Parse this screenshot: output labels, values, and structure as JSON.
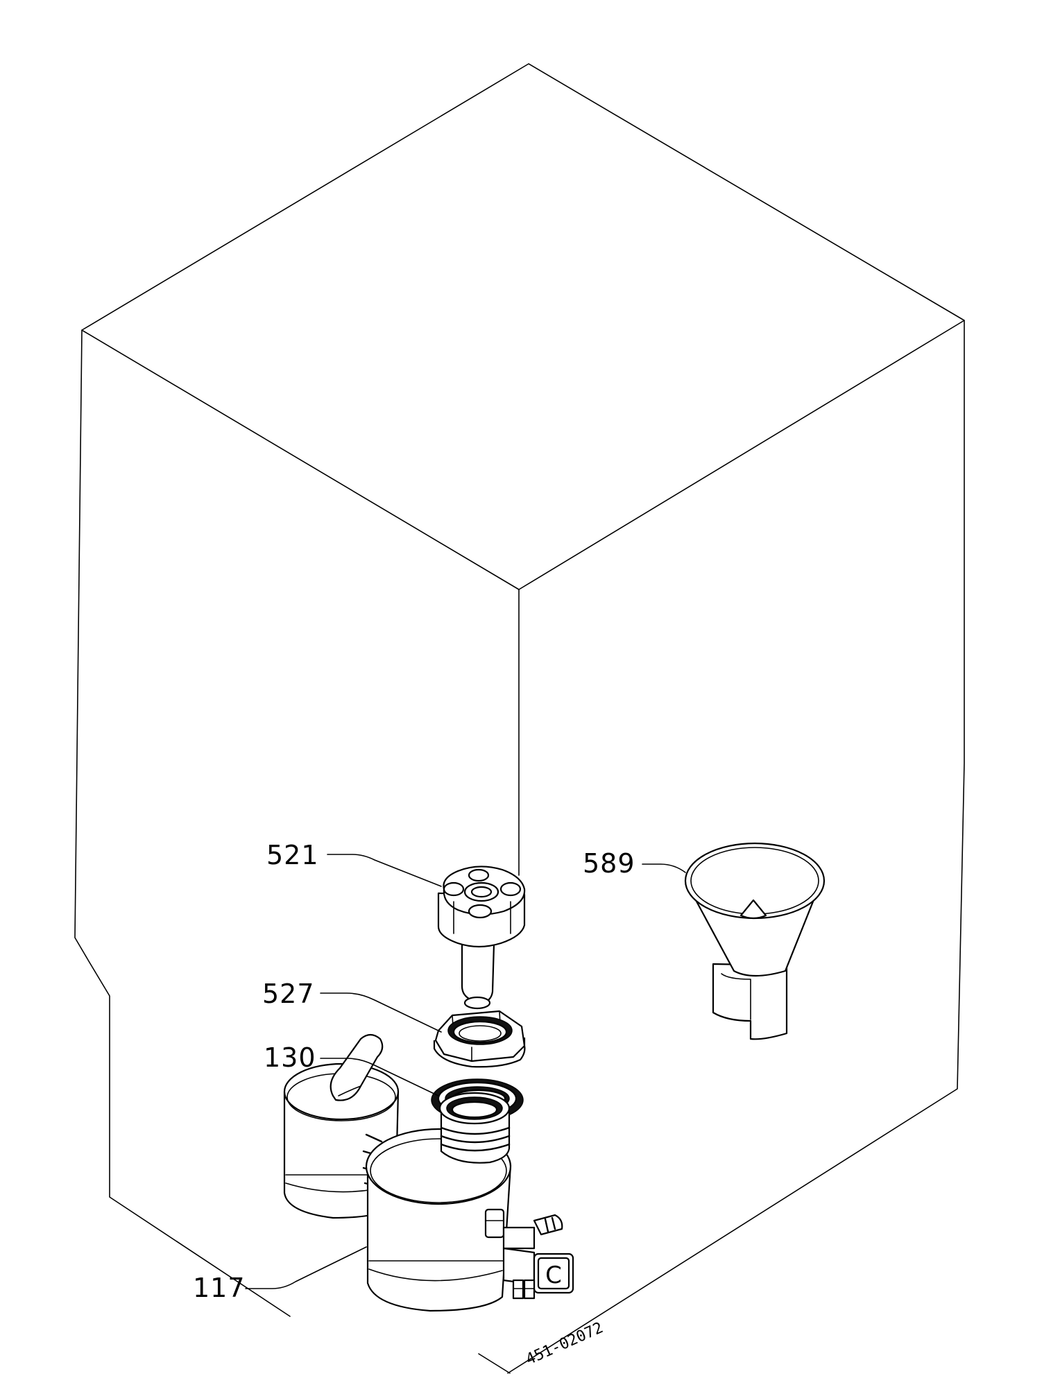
{
  "callouts": [
    {
      "id": "521",
      "label": "521"
    },
    {
      "id": "527",
      "label": "527"
    },
    {
      "id": "130",
      "label": "130"
    },
    {
      "id": "117",
      "label": "117"
    },
    {
      "id": "589",
      "label": "589"
    }
  ],
  "drawing_code": "451-02072",
  "valve_mark": "C"
}
